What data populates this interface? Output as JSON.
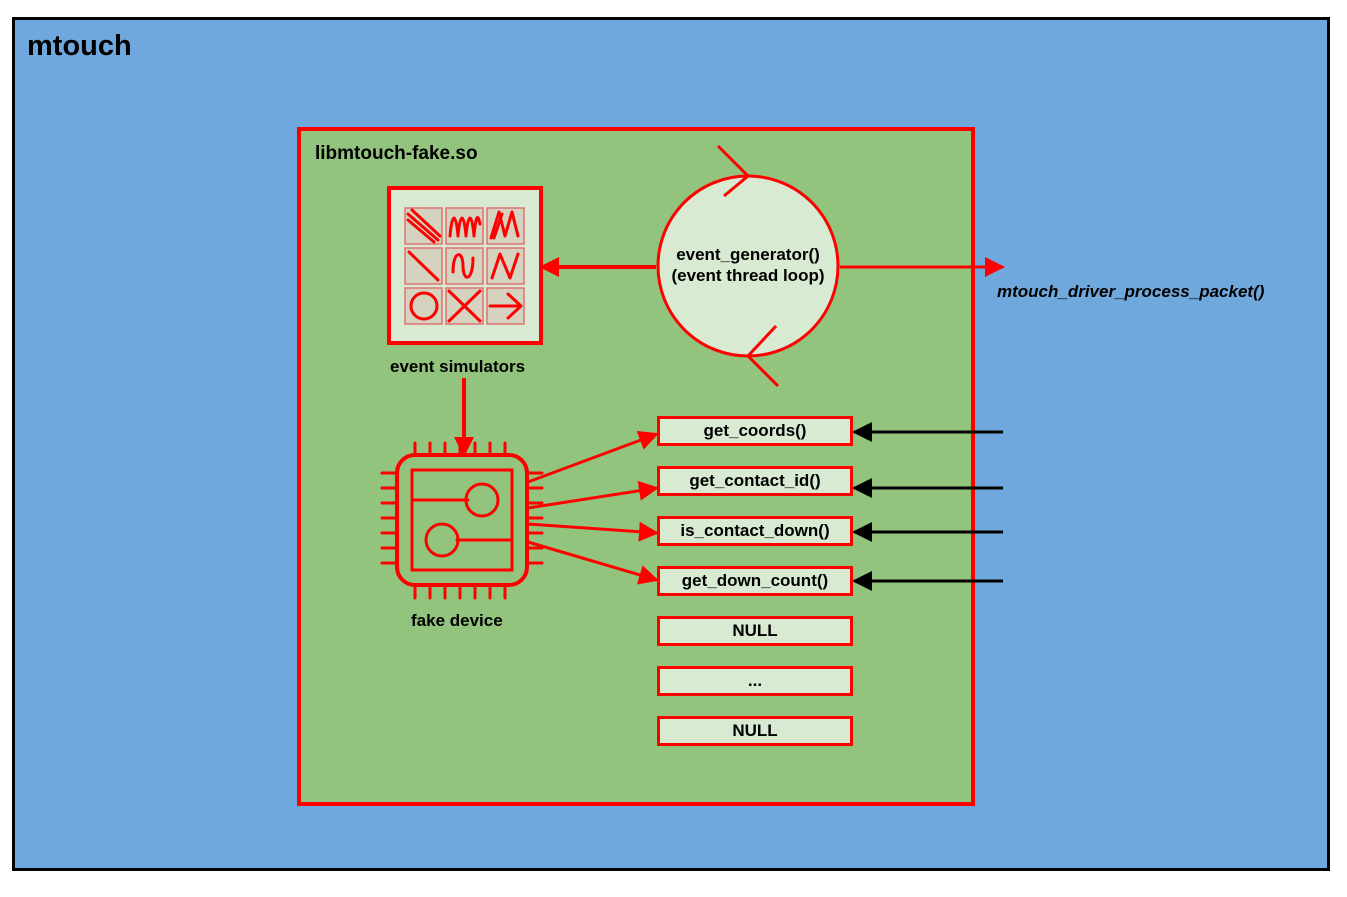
{
  "outer": {
    "title": "mtouch"
  },
  "library": {
    "title": "libmtouch-fake.so"
  },
  "event_simulators": {
    "label": "event simulators"
  },
  "fake_device": {
    "label": "fake device"
  },
  "event_generator": {
    "line1": "event_generator()",
    "line2": "(event thread loop)"
  },
  "external_call": {
    "label": "mtouch_driver_process_packet()"
  },
  "functions": [
    {
      "label": "get_coords()"
    },
    {
      "label": "get_contact_id()"
    },
    {
      "label": "is_contact_down()"
    },
    {
      "label": "get_down_count()"
    },
    {
      "label": "NULL"
    },
    {
      "label": "..."
    },
    {
      "label": "NULL"
    }
  ],
  "colors": {
    "outer_bg": "#6fa8dc",
    "library_bg": "#93c47d",
    "accent_red": "#ff0000",
    "box_fill": "#d9ead3"
  }
}
